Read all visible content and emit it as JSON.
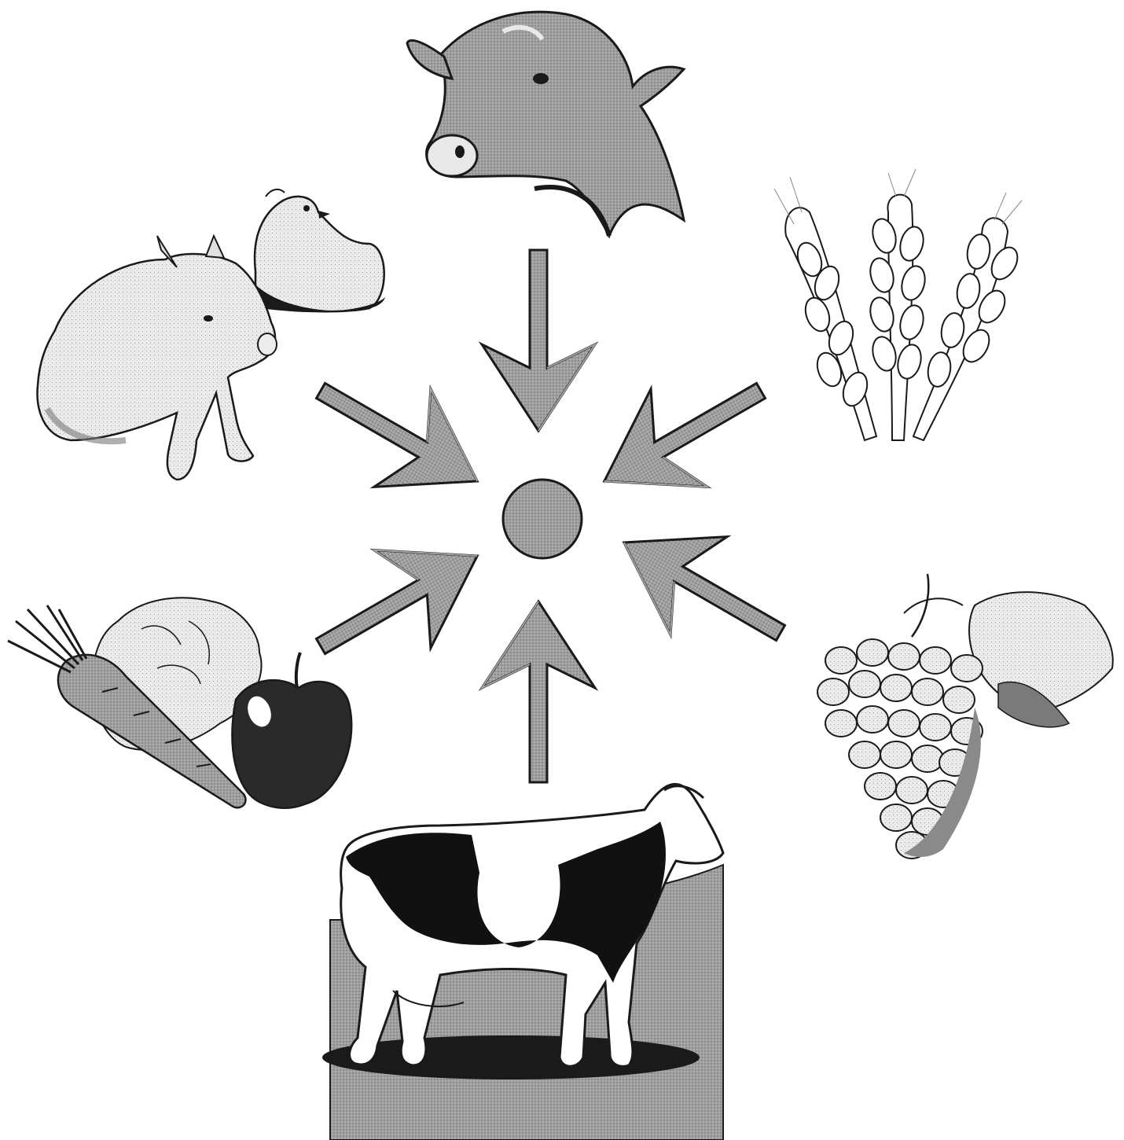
{
  "diagram": {
    "center": {
      "kind": "circle",
      "fill": "#9a9a9a"
    },
    "arrow_fill": "#999999",
    "stroke": "#1a1a1a",
    "sources": [
      {
        "id": "beef-cattle",
        "icon": "cow-head-icon",
        "direction_to_center": "down"
      },
      {
        "id": "pig-and-poultry",
        "icon": "pig-hen-icon",
        "direction_to_center": "down-right"
      },
      {
        "id": "grain",
        "icon": "wheat-icon",
        "direction_to_center": "down-left"
      },
      {
        "id": "fruits-and-vegetables",
        "icon": "carrot-apple-icon",
        "direction_to_center": "up-right"
      },
      {
        "id": "grapes",
        "icon": "grapes-icon",
        "direction_to_center": "up-left"
      },
      {
        "id": "dairy-cattle",
        "icon": "dairy-cow-icon",
        "direction_to_center": "up"
      }
    ]
  }
}
